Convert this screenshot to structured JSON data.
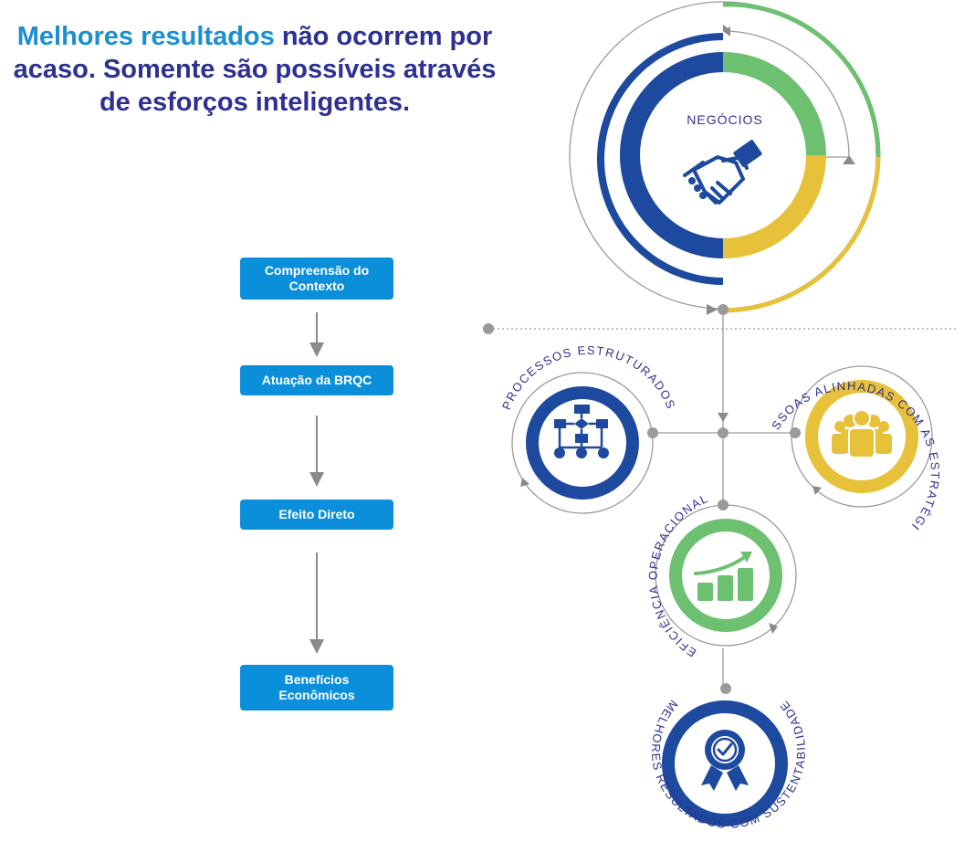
{
  "headline": {
    "highlight": "Melhores resultados",
    "rest": " não ocorrem por acaso. Somente são possíveis através de esforços inteligentes."
  },
  "flow_steps": [
    "Compreensão do\nContexto",
    "Atuação da BRQC",
    "Efeito Direto",
    "Benefícios\nEconômicos"
  ],
  "center": {
    "label": "NEGÓCIOS",
    "icon": "handshake-icon"
  },
  "nodes": {
    "processos": {
      "label": "PROCESSOS ESTRUTURADOS",
      "icon": "flowchart-icon"
    },
    "pessoas": {
      "label": "PESSOAS ALINHADAS COM AS ESTRATÉGIAS",
      "icon": "people-icon"
    },
    "eficiencia": {
      "label": "EFICIÊNCIA OPERACIONAL",
      "icon": "bar-growth-icon"
    },
    "melhores": {
      "label": "MELHORES RESULTADOS COM SUSTENTABILIDADE",
      "icon": "award-badge-icon"
    }
  },
  "colors": {
    "navy": "#1d4a9e",
    "green": "#6cc070",
    "yellow": "#e8c13a",
    "step_blue": "#0b8fdb",
    "gray": "#9a9a9a",
    "headline_blue": "#1b8fd0",
    "headline_navy": "#2e3192"
  }
}
